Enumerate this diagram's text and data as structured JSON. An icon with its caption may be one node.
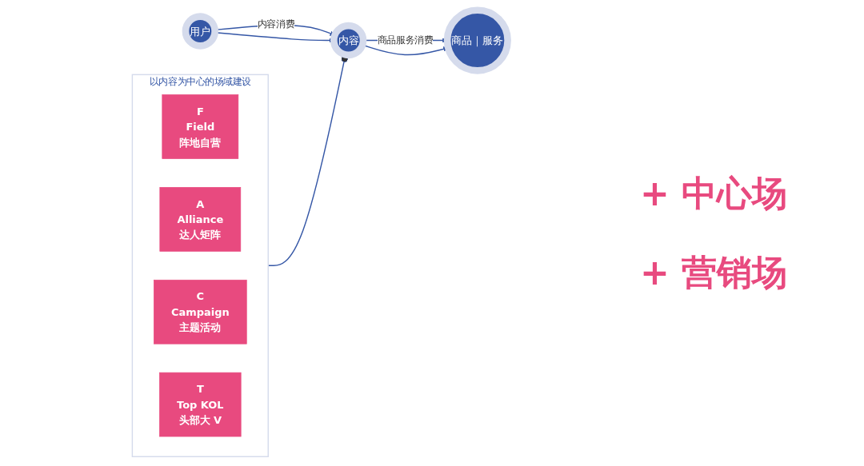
{
  "diagram": {
    "nodes": [
      {
        "text": [
          "用户"
        ]
      },
      {
        "text": [
          "内容"
        ]
      },
      {
        "text": [
          "商品｜服务"
        ]
      },
      {
        "text": [
          "以内容为中心的场域建设"
        ]
      },
      {
        "text": [
          "F",
          "Field",
          "阵地自营"
        ],
        "in": 3
      },
      {
        "text": [
          "A",
          "Alliance",
          "达人矩阵"
        ],
        "in": 3
      },
      {
        "text": [
          "C",
          "Campaign",
          "主题活动"
        ],
        "in": 3
      },
      {
        "text": [
          "T",
          "Top KOL",
          "头部大 V"
        ],
        "in": 3
      }
    ],
    "edges": [
      {
        "from": 0,
        "to": 1,
        "arrow": "to",
        "label": "内容消费"
      },
      {
        "from": 0,
        "to": 1,
        "arrow": "to"
      },
      {
        "from": 1,
        "to": 2,
        "arrow": "to",
        "label": "商品服务消费"
      },
      {
        "from": 1,
        "to": 2,
        "arrow": "to"
      },
      {
        "from": 3,
        "to": 1,
        "arrow": "other"
      }
    ],
    "labels": [
      "+ 中心场",
      "+ 营销场"
    ]
  }
}
